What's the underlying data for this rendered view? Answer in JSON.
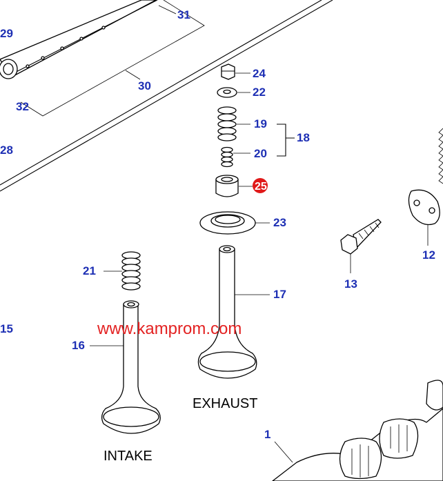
{
  "callouts": {
    "c1": "1",
    "c12": "12",
    "c13": "13",
    "c15": "15",
    "c16": "16",
    "c17": "17",
    "c18": "18",
    "c19": "19",
    "c20": "20",
    "c21": "21",
    "c22": "22",
    "c23": "23",
    "c24": "24",
    "c25": "25",
    "c28": "28",
    "c29": "29",
    "c30": "30",
    "c31": "31",
    "c32": "32"
  },
  "labels": {
    "exhaust": "EXHAUST",
    "intake": "INTAKE"
  },
  "watermark": "www.kamprom.com",
  "colors": {
    "callout": "#1d2fb4",
    "highlight_badge": "#e01919",
    "watermark": "#e32222",
    "line": "#000000"
  }
}
